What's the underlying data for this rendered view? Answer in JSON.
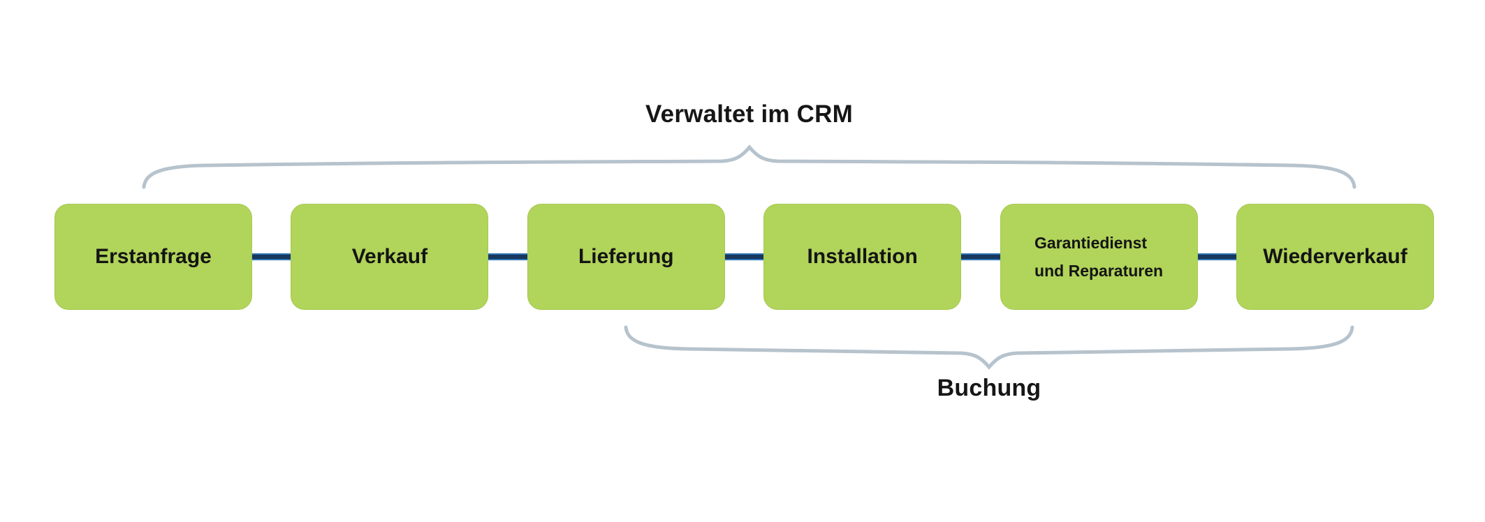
{
  "diagram": {
    "top_brace_label": "Verwaltet im CRM",
    "bottom_brace_label": "Buchung",
    "stages": [
      {
        "label": "Erstanfrage"
      },
      {
        "label": "Verkauf"
      },
      {
        "label": "Lieferung"
      },
      {
        "label": "Installation"
      },
      {
        "label": "Garantiedienst und Reparaturen",
        "line1": "Garantiedienst",
        "line2": "und Reparaturen"
      },
      {
        "label": "Wiederverkauf"
      }
    ],
    "colors": {
      "stage_fill": "#b1d45a",
      "connector_dark": "#17375d",
      "connector_light": "#2e74b5",
      "brace": "#b6c3cd",
      "text": "#1a1a1a"
    }
  }
}
